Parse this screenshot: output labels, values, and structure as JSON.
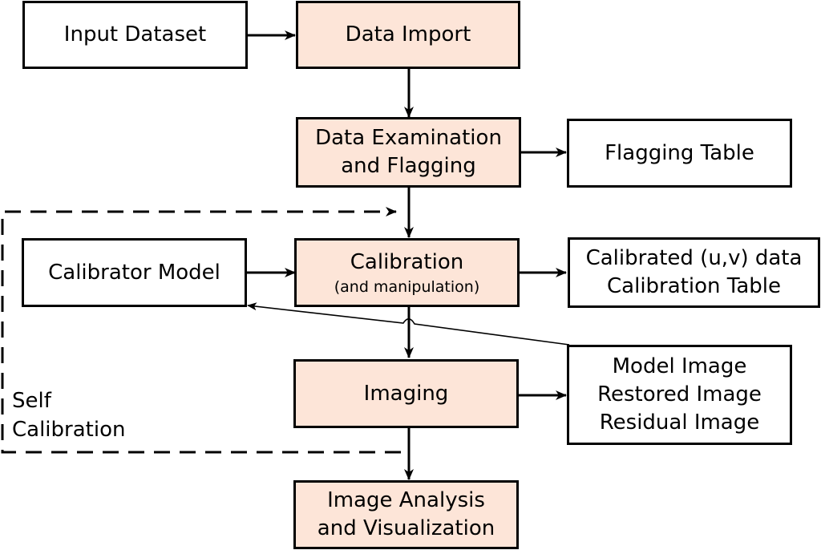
{
  "diagram": {
    "colors": {
      "process_fill": "#fde5d8",
      "io_fill": "#ffffff",
      "stroke": "#000000"
    },
    "nodes": {
      "input_dataset": {
        "lines": [
          "Input Dataset"
        ],
        "kind": "io"
      },
      "data_import": {
        "lines": [
          "Data Import"
        ],
        "kind": "process"
      },
      "data_examination": {
        "lines": [
          "Data Examination",
          "and Flagging"
        ],
        "kind": "process"
      },
      "flagging_table": {
        "lines": [
          "Flagging Table"
        ],
        "kind": "io"
      },
      "calibrator_model": {
        "lines": [
          "Calibrator Model"
        ],
        "kind": "io"
      },
      "calibration": {
        "lines": [
          "Calibration",
          "(and manipulation)"
        ],
        "kind": "process"
      },
      "calibrated_output": {
        "lines": [
          "Calibrated (u,v) data",
          "Calibration Table"
        ],
        "kind": "io"
      },
      "imaging": {
        "lines": [
          "Imaging"
        ],
        "kind": "process"
      },
      "image_products": {
        "lines": [
          "Model Image",
          "Restored Image",
          "Residual Image"
        ],
        "kind": "io"
      },
      "image_analysis": {
        "lines": [
          "Image Analysis",
          "and Visualization"
        ],
        "kind": "process"
      }
    },
    "loop_label": {
      "lines": [
        "Self",
        "Calibration"
      ]
    },
    "edges": [
      {
        "from": "input_dataset",
        "to": "data_import",
        "style": "solid"
      },
      {
        "from": "data_import",
        "to": "data_examination",
        "style": "solid"
      },
      {
        "from": "data_examination",
        "to": "flagging_table",
        "style": "solid"
      },
      {
        "from": "data_examination",
        "to": "calibration",
        "style": "solid"
      },
      {
        "from": "calibrator_model",
        "to": "calibration",
        "style": "solid"
      },
      {
        "from": "calibration",
        "to": "calibrated_output",
        "style": "solid"
      },
      {
        "from": "calibration",
        "to": "imaging",
        "style": "solid"
      },
      {
        "from": "image_products",
        "to": "calibrator_model",
        "style": "thin"
      },
      {
        "from": "imaging",
        "to": "image_products",
        "style": "solid"
      },
      {
        "from": "imaging",
        "to": "image_analysis",
        "style": "solid"
      },
      {
        "from": "imaging",
        "to": "calibration",
        "style": "dashed",
        "label": "Self Calibration"
      }
    ]
  }
}
